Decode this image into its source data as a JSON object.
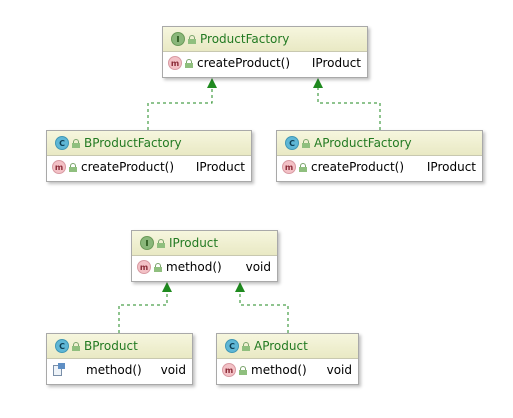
{
  "colors": {
    "title_text": "#227a22",
    "header_bg": "#efefd4",
    "connector": "#1f8a1f",
    "box_border": "#a9a9a9"
  },
  "diagram": {
    "product_factory": {
      "kind_badge": "I",
      "kind_icon": "interface-icon",
      "name": "ProductFactory",
      "method": {
        "badge": "m",
        "name": "createProduct()",
        "return_type": "IProduct"
      }
    },
    "b_product_factory": {
      "kind_badge": "C",
      "kind_icon": "class-icon",
      "name": "BProductFactory",
      "method": {
        "badge": "m",
        "name": "createProduct()",
        "return_type": "IProduct"
      }
    },
    "a_product_factory": {
      "kind_badge": "C",
      "kind_icon": "class-icon",
      "name": "AProductFactory",
      "method": {
        "badge": "m",
        "name": "createProduct()",
        "return_type": "IProduct"
      }
    },
    "i_product": {
      "kind_badge": "I",
      "kind_icon": "interface-icon",
      "name": "IProduct",
      "method": {
        "badge": "m",
        "name": "method()",
        "return_type": "void"
      }
    },
    "b_product": {
      "kind_badge": "C",
      "kind_icon": "class-icon",
      "name": "BProduct",
      "method": {
        "badge": "",
        "icon": "override-icon",
        "name": "method()",
        "return_type": "void"
      }
    },
    "a_product": {
      "kind_badge": "C",
      "kind_icon": "class-icon",
      "name": "AProduct",
      "method": {
        "badge": "m",
        "name": "method()",
        "return_type": "void"
      }
    }
  }
}
